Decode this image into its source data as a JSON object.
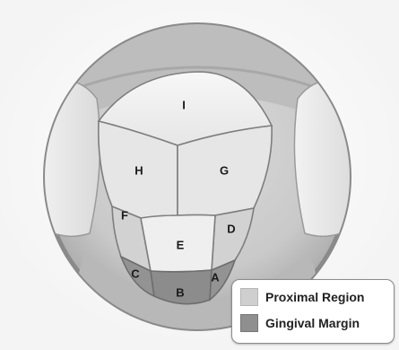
{
  "regions": {
    "A": "A",
    "B": "B",
    "C": "C",
    "D": "D",
    "E": "E",
    "F": "F",
    "G": "G",
    "H": "H",
    "I": "I"
  },
  "legend": {
    "items": [
      {
        "label": "Proximal Region",
        "color": "#cfcfcf"
      },
      {
        "label": "Gingival Margin",
        "color": "#8f8f8f"
      }
    ]
  },
  "colors": {
    "tooth": "#eeeeee",
    "proximal": "#cfcfcf",
    "gingival": "#8f8f8f",
    "gum": "#c4c4c4",
    "outer_ring": "#7a7a7a"
  }
}
